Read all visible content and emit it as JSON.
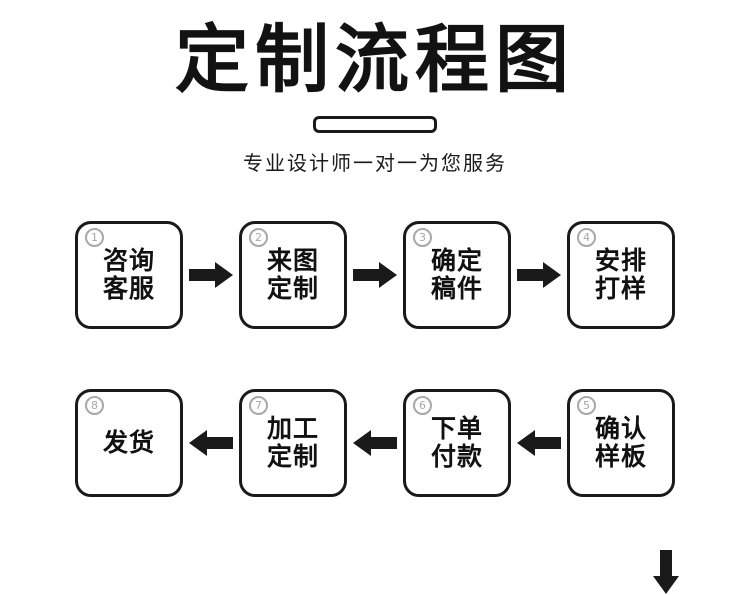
{
  "header": {
    "title": "定制流程图",
    "subtitle": "专业设计师一对一为您服务",
    "divider": "rounded-bar"
  },
  "colors": {
    "ink": "#1a1a1a",
    "badge": "#a8a8a8",
    "background": "#ffffff"
  },
  "flow": {
    "row1": [
      {
        "number": "1",
        "label": "咨询\n客服"
      },
      {
        "number": "2",
        "label": "来图\n定制"
      },
      {
        "number": "3",
        "label": "确定\n稿件"
      },
      {
        "number": "4",
        "label": "安排\n打样"
      }
    ],
    "row2": [
      {
        "number": "8",
        "label": "发货"
      },
      {
        "number": "7",
        "label": "加工\n定制"
      },
      {
        "number": "6",
        "label": "下单\n付款"
      },
      {
        "number": "5",
        "label": "确认\n样板"
      }
    ],
    "arrows": {
      "row1": [
        "arrow-right-icon",
        "arrow-right-icon",
        "arrow-right-icon"
      ],
      "row2": [
        "arrow-left-icon",
        "arrow-left-icon",
        "arrow-left-icon"
      ],
      "connector": "arrow-down-icon"
    }
  }
}
